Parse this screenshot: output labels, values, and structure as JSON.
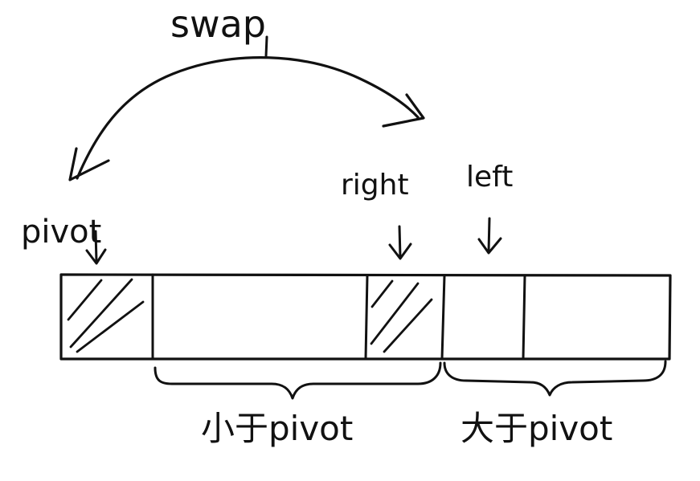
{
  "diagram": {
    "swap_label": "swap",
    "pivot_label": "pivot",
    "right_label": "right",
    "left_label": "left",
    "less_than_pivot_label": "小于pivot",
    "greater_than_pivot_label": "大于pivot"
  }
}
